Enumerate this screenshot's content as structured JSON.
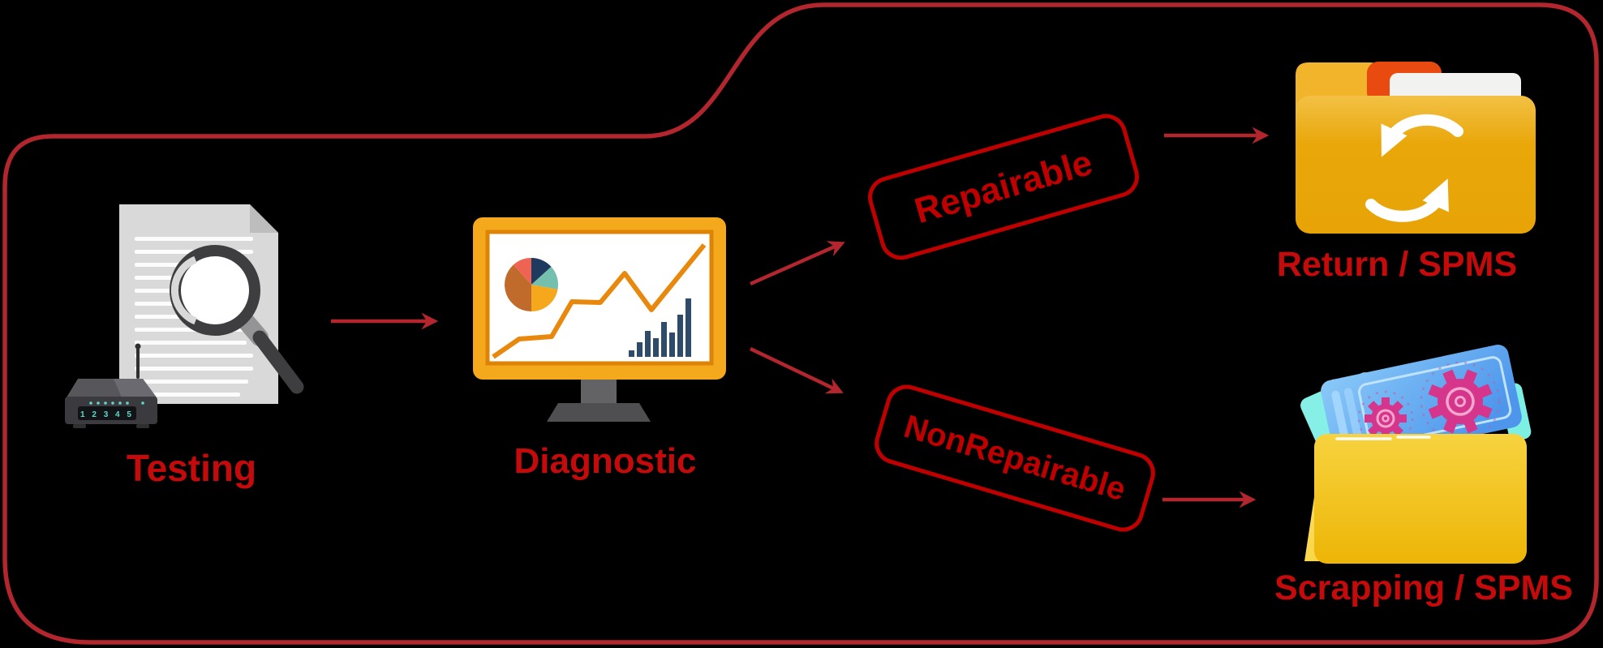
{
  "flow": {
    "nodes": [
      {
        "id": "testing",
        "label": "Testing"
      },
      {
        "id": "diagnostic",
        "label": "Diagnostic"
      },
      {
        "id": "return",
        "label": "Return / SPMS"
      },
      {
        "id": "scrapping",
        "label": "Scrapping / SPMS"
      }
    ],
    "stamps": [
      {
        "id": "repairable",
        "label": "Repairable"
      },
      {
        "id": "nonrepairable",
        "label": "NonRepairable"
      }
    ],
    "device_display": "1 2 3 4 5",
    "edges": [
      {
        "from": "testing",
        "to": "diagnostic"
      },
      {
        "from": "diagnostic",
        "to": "repairable"
      },
      {
        "from": "diagnostic",
        "to": "nonrepairable"
      },
      {
        "from": "repairable",
        "to": "return"
      },
      {
        "from": "nonrepairable",
        "to": "scrapping"
      }
    ],
    "icons": [
      "document-magnifier-icon",
      "router-icon",
      "monitor-chart-icon",
      "sync-folder-icon",
      "scrap-folder-icon"
    ],
    "colors": {
      "background": "#000000",
      "outline_red": "#B4262E",
      "arrow_red": "#B4262E",
      "stamp_red": "#C00000",
      "label_red": "#C40A0A",
      "folder_gold": "#E9A70A",
      "monitor_frame_gold": "#F4A81B",
      "gear_magenta": "#D6358C",
      "card_blue": "#5E9FF0",
      "led_teal": "#5FD9CB"
    }
  }
}
